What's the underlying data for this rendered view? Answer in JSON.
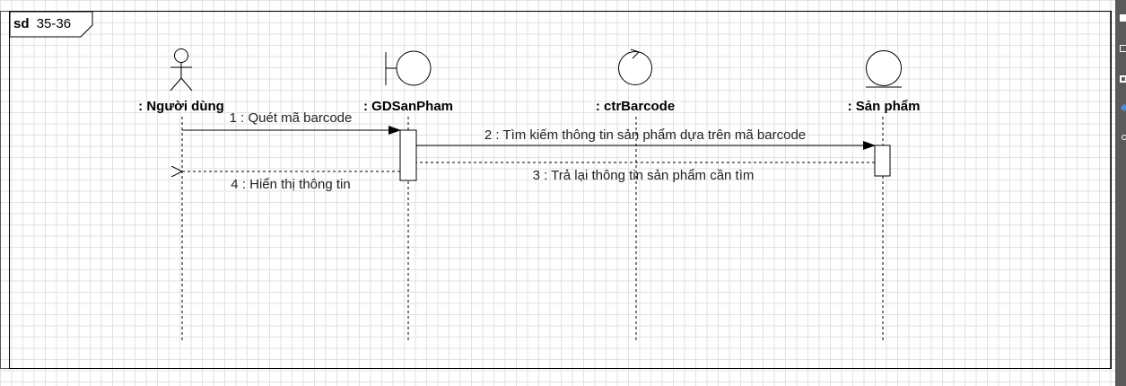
{
  "frame": {
    "keyword": "sd",
    "name": "35-36"
  },
  "lifelines": [
    {
      "kind": "actor",
      "icon": "actor-icon",
      "label": ": Người dùng"
    },
    {
      "kind": "boundary",
      "icon": "boundary-icon",
      "label": ": GDSanPham"
    },
    {
      "kind": "control",
      "icon": "control-icon",
      "label": ": ctrBarcode"
    },
    {
      "kind": "entity",
      "icon": "entity-icon",
      "label": ": Sản phẩm"
    }
  ],
  "messages": [
    {
      "number": "1",
      "text": "1 : Quét mã barcode",
      "kind": "synchronous",
      "from": ": Người dùng",
      "to": ": GDSanPham"
    },
    {
      "number": "2",
      "text": "2 : Tìm kiếm thông tin sản phẩm dựa trên mã barcode",
      "kind": "synchronous",
      "from": ": GDSanPham",
      "to": ": Sản phẩm"
    },
    {
      "number": "3",
      "text": "3 : Trả lại thông tin sản phẩm cần tìm",
      "kind": "return",
      "from": ": Sản phẩm",
      "to": ": GDSanPham"
    },
    {
      "number": "4",
      "text": "4 : Hiển thị thông tin",
      "kind": "return",
      "from": ": GDSanPham",
      "to": ": Người dùng"
    }
  ],
  "colors": {
    "line": "#000000",
    "grid": "#e2e2e2",
    "toolbar_strip": "#5a5a5a",
    "accent": "#4a90e2"
  }
}
